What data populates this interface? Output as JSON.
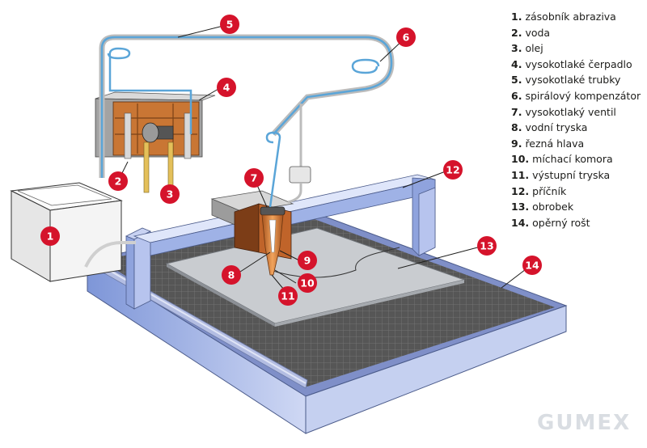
{
  "legend": [
    {
      "num": "1.",
      "label": "zásobník abraziva"
    },
    {
      "num": "2.",
      "label": "voda"
    },
    {
      "num": "3.",
      "label": "olej"
    },
    {
      "num": "4.",
      "label": "vysokotlaké čerpadlo"
    },
    {
      "num": "5.",
      "label": "vysokotlaké trubky"
    },
    {
      "num": "6.",
      "label": "spirálový kompenzátor"
    },
    {
      "num": "7.",
      "label": "vysokotlaký ventil"
    },
    {
      "num": "8.",
      "label": "vodní tryska"
    },
    {
      "num": "9.",
      "label": "řezná hlava"
    },
    {
      "num": "10.",
      "label": "míchací komora"
    },
    {
      "num": "11.",
      "label": "výstupní tryska"
    },
    {
      "num": "12.",
      "label": "příčník"
    },
    {
      "num": "13.",
      "label": "obrobek"
    },
    {
      "num": "14.",
      "label": "opěrný rošt"
    }
  ],
  "callouts": [
    "1",
    "2",
    "3",
    "4",
    "5",
    "6",
    "7",
    "8",
    "9",
    "10",
    "11",
    "12",
    "13",
    "14"
  ],
  "logo": "GUMEX",
  "colors": {
    "callout": "#d5132b",
    "frame": "#8fa3dd",
    "pump": "#cd7a3a",
    "tube": "#5aa5d8",
    "grid": "#4d4d4d"
  }
}
